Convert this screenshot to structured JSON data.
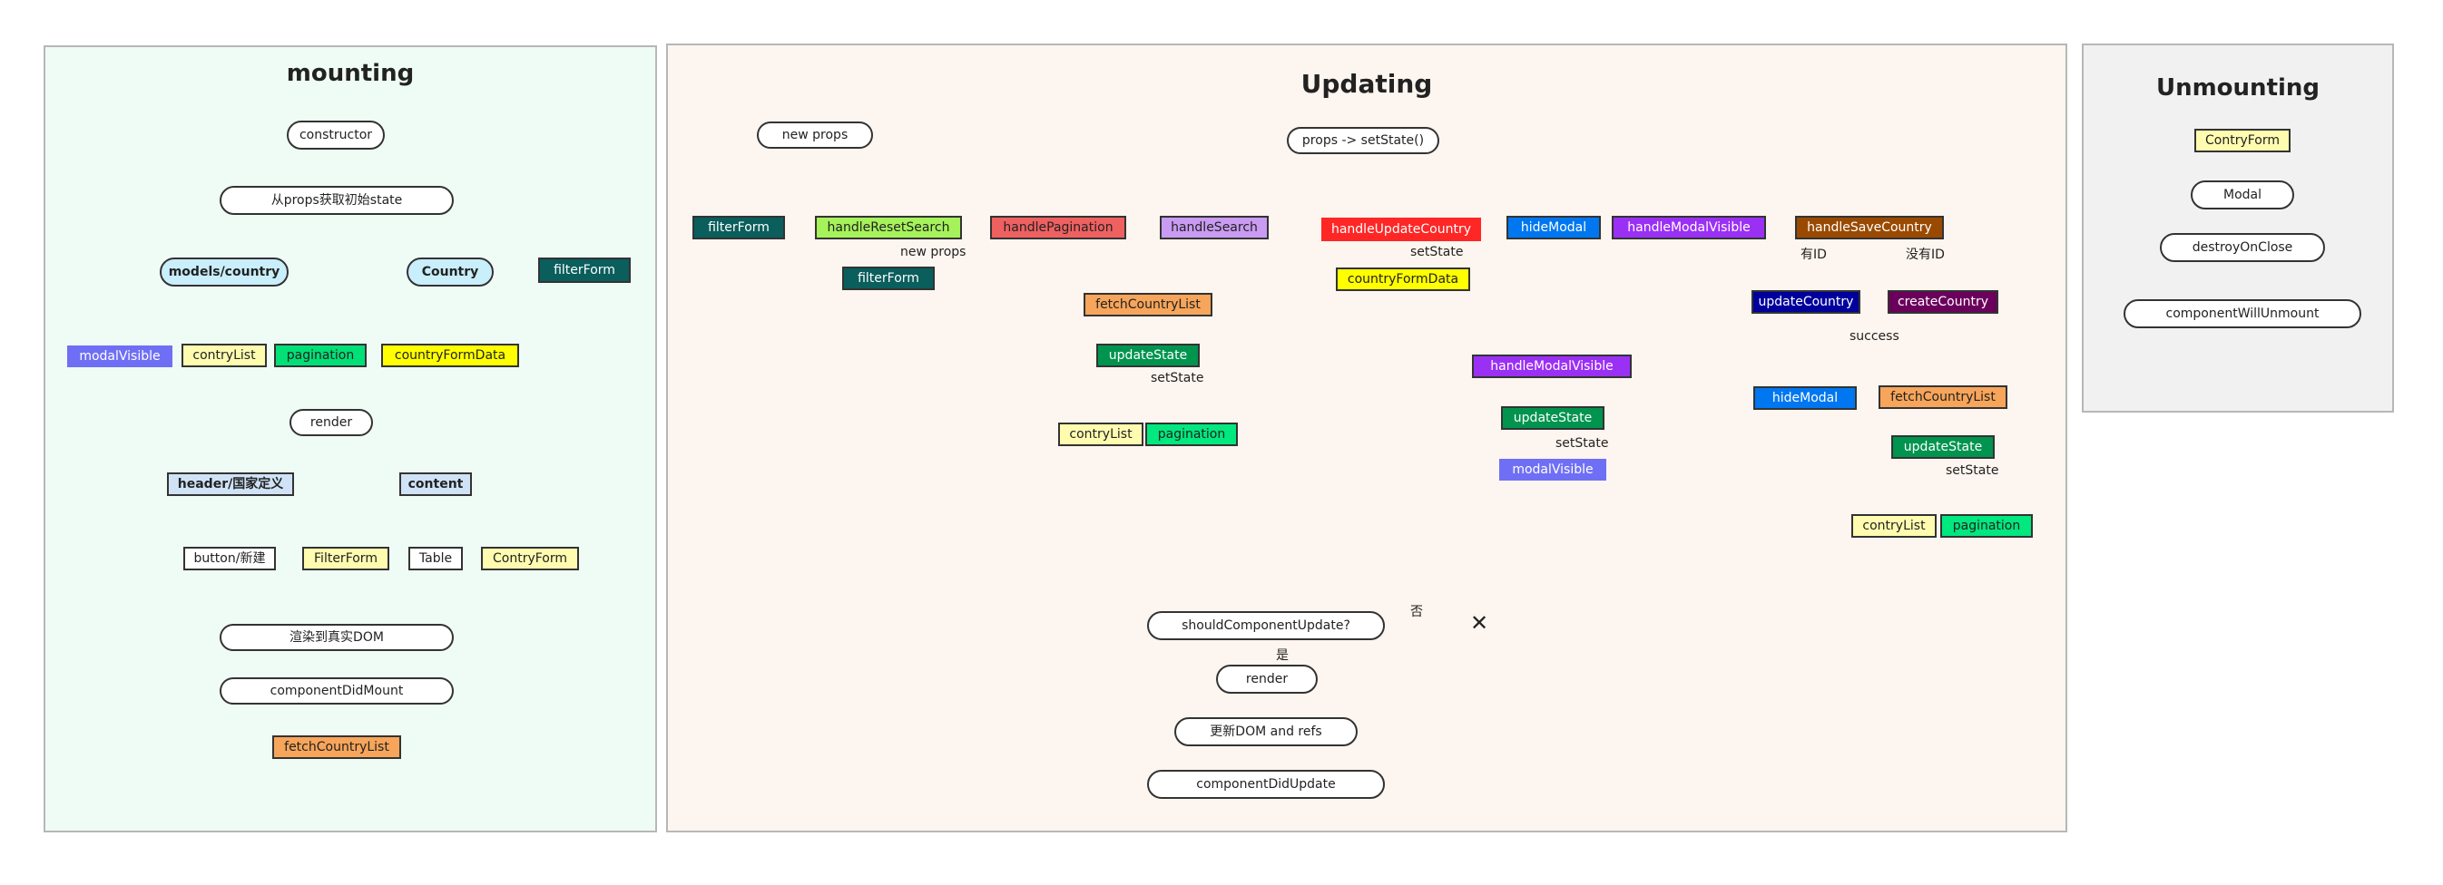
{
  "colors": {
    "mounting_bg": "#effcf5",
    "updating_bg": "#fdf5ef",
    "unmounting_bg": "#f1f1f1",
    "line": "#333333",
    "light_blue": "#c9eefc",
    "light_yellow": "#fffcb0",
    "green": "#00e077",
    "bright_green": "#00e87e",
    "periwinkle": "#6f6ff5",
    "teal_dark": "#0a5e5c",
    "yellow": "#ffff00",
    "lime": "#a5f25a",
    "salmon": "#ef6060",
    "lavender": "#c99bf3",
    "red": "#ff2626",
    "blue": "#0077f0",
    "purple": "#9b30f5",
    "brown": "#9a4a00",
    "navy": "#00009c",
    "dark_purple": "#6a005c",
    "orange": "#f7a55a",
    "dark_green": "#00944e",
    "pale_blue": "#cfe2f6"
  },
  "mounting": {
    "title": "mounting",
    "nodes": {
      "constructor": "constructor",
      "init_state": "从props获取初始state",
      "models_country": "models/country",
      "country": "Country",
      "filter_form": "filterForm",
      "modal_visible": "modalVisible",
      "contry_list": "contryList",
      "pagination": "pagination",
      "country_form_data": "countryFormData",
      "render": "render",
      "header": "header/国家定义",
      "content": "content",
      "button_new": "button/新建",
      "filter_form_2": "FilterForm",
      "table": "Table",
      "contry_form": "ContryForm",
      "render_dom": "渲染到真实DOM",
      "component_did_mount": "componentDidMount",
      "fetch_country_list": "fetchCountryList"
    }
  },
  "updating": {
    "title": "Updating",
    "nodes": {
      "new_props": "new props",
      "props_set_state": "props -> setState()",
      "filter_form_a": "filterForm",
      "handle_reset_search": "handleResetSearch",
      "filter_form_b": "filterForm",
      "handle_pagination": "handlePagination",
      "handle_search": "handleSearch",
      "fetch_country_list": "fetchCountryList",
      "update_state_1": "updateState",
      "contry_list_1": "contryList",
      "pagination_1": "pagination",
      "handle_update_country": "handleUpdateCountry",
      "country_form_data": "countryFormData",
      "hide_modal": "hideModal",
      "handle_modal_visible": "handleModalVisible",
      "handle_save_country": "handleSaveCountry",
      "update_country": "updateCountry",
      "create_country": "createCountry",
      "hide_modal_2": "hideModal",
      "fetch_country_list_2": "fetchCountryList",
      "update_state_3": "updateState",
      "contry_list_2": "contryList",
      "pagination_2": "pagination",
      "handle_modal_visible_2": "handleModalVisible",
      "update_state_2": "updateState",
      "modal_visible": "modalVisible",
      "should_update": "shouldComponentUpdate?",
      "render": "render",
      "update_dom": "更新DOM and refs",
      "component_did_update": "componentDidUpdate"
    },
    "labels": {
      "new_props": "new props",
      "set_state_1": "setState",
      "set_state_2": "setState",
      "set_state_3": "setState",
      "set_state_4": "setState",
      "has_id": "有ID",
      "no_id": "没有ID",
      "success": "success",
      "no": "否",
      "yes": "是",
      "stop": "✕"
    }
  },
  "unmounting": {
    "title": "Unmounting",
    "nodes": {
      "contry_form": "ContryForm",
      "modal": "Modal",
      "destroy_on_close": "destroyOnClose",
      "component_will_unmount": "componentWillUnmount"
    }
  }
}
